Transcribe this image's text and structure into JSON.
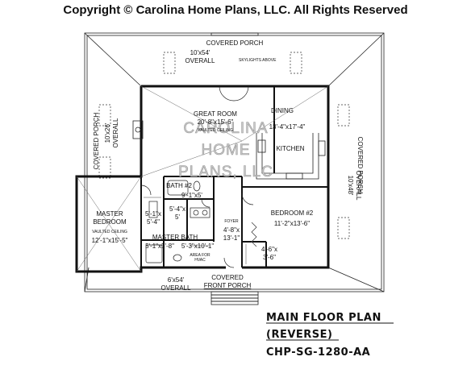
{
  "copyright": "Copyright © Carolina Home Plans, LLC. All Rights Reserved",
  "watermark": [
    "CAROLINA",
    "HOME",
    "PLANS, LLC"
  ],
  "porches": {
    "rear": {
      "name": "COVERED PORCH",
      "size": "10'x54'",
      "overall": "OVERALL",
      "note": "SKYLIGHTS ABOVE"
    },
    "left": {
      "name": "COVERED PORCH",
      "size": "10'x26'",
      "overall": "OVERALL"
    },
    "right": {
      "name": "COVERED PORCH",
      "size": "10'x48'",
      "overall": "OVERALL"
    },
    "front": {
      "name": "COVERED",
      "name2": "FRONT PORCH",
      "size": "6'x54'",
      "overall": "OVERALL"
    }
  },
  "rooms": {
    "great_room": {
      "name": "GREAT ROOM",
      "size": "20'-8\"x15'-6\"",
      "note": "VAULTED CEILING"
    },
    "dining": {
      "name": "DINING",
      "size": "13'-4\"x17'-4\""
    },
    "kitchen": {
      "name": "KITCHEN"
    },
    "bath2": {
      "name": "BATH #2",
      "size": "9'-1\"x5'"
    },
    "master_bedroom": {
      "name": "MASTER",
      "name2": "BEDROOM",
      "note": "VAULTED CEILING",
      "size": "12'-1\"x15'-5\""
    },
    "wic1": {
      "size": "5'-1\"x",
      "size2": "5'-4\""
    },
    "wic2": {
      "size": "5'-4\"x",
      "size2": "5'"
    },
    "master_bath": {
      "name": "MASTER BATH",
      "size": "5'-1\"x5'-8\"",
      "size2": "5'-3\"x10'-1\""
    },
    "foyer": {
      "name": "FOYER",
      "size": "4'-8\"x",
      "size2": "13'-1\""
    },
    "bedroom2": {
      "name": "BEDROOM #2",
      "size": "11'-2\"x13'-6\""
    },
    "closet": {
      "size": "4'-6\"x",
      "size2": "3'-6\""
    },
    "hvac": {
      "note": "AREA FOR",
      "note2": "HVAC"
    }
  },
  "title_block": {
    "line1": "MAIN FLOOR PLAN",
    "line2": "(REVERSE)",
    "line3": "CHP-SG-1280-AA"
  }
}
